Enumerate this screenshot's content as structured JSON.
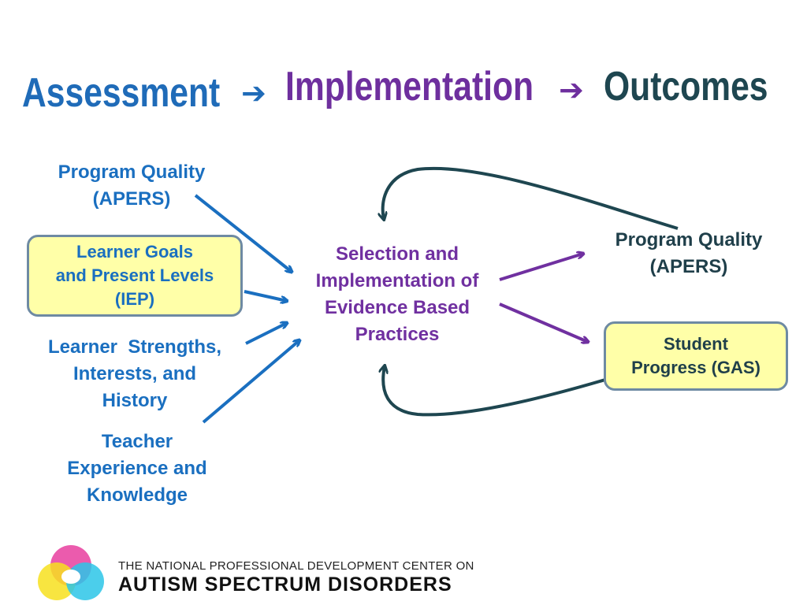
{
  "header": {
    "step1": "Assessment",
    "step2": "Implementation",
    "step3": "Outcomes",
    "arrow_glyph": "➔",
    "step1_color": "#1f6bb8",
    "step2_color": "#6e2f9e",
    "step3_color": "#1e4650"
  },
  "inputs": {
    "program_quality": {
      "line1": "Program Quality",
      "line2": "(APERS)"
    },
    "learner_goals": {
      "line1": "Learner Goals",
      "line2": "and Present Levels",
      "line3": "(IEP)"
    },
    "learner_strengths": {
      "line1": "Learner  Strengths,",
      "line2": "Interests, and",
      "line3": "History"
    },
    "teacher": {
      "line1": "Teacher",
      "line2": "Experience and",
      "line3": "Knowledge"
    }
  },
  "center": {
    "line1": "Selection and",
    "line2": "Implementation of",
    "line3": "Evidence Based",
    "line4": "Practices"
  },
  "outputs": {
    "program_quality": {
      "line1": "Program Quality",
      "line2": "(APERS)"
    },
    "student_progress": {
      "line1": "Student",
      "line2": "Progress (GAS)"
    }
  },
  "footer": {
    "org_line1": "THE NATIONAL PROFESSIONAL DEVELOPMENT CENTER ON",
    "org_line2": "AUTISM SPECTRUM DISORDERS"
  },
  "colors": {
    "input_arrows": "#1a6fc0",
    "output_arrows": "#7030a0",
    "feedback_arrows": "#1e4650",
    "box_fill": "#ffffa8",
    "box_border": "#6e8aa3"
  },
  "icons": [
    "arrow-right-icon",
    "curved-feedback-arrow-icon",
    "ncaep-logo-icon"
  ]
}
